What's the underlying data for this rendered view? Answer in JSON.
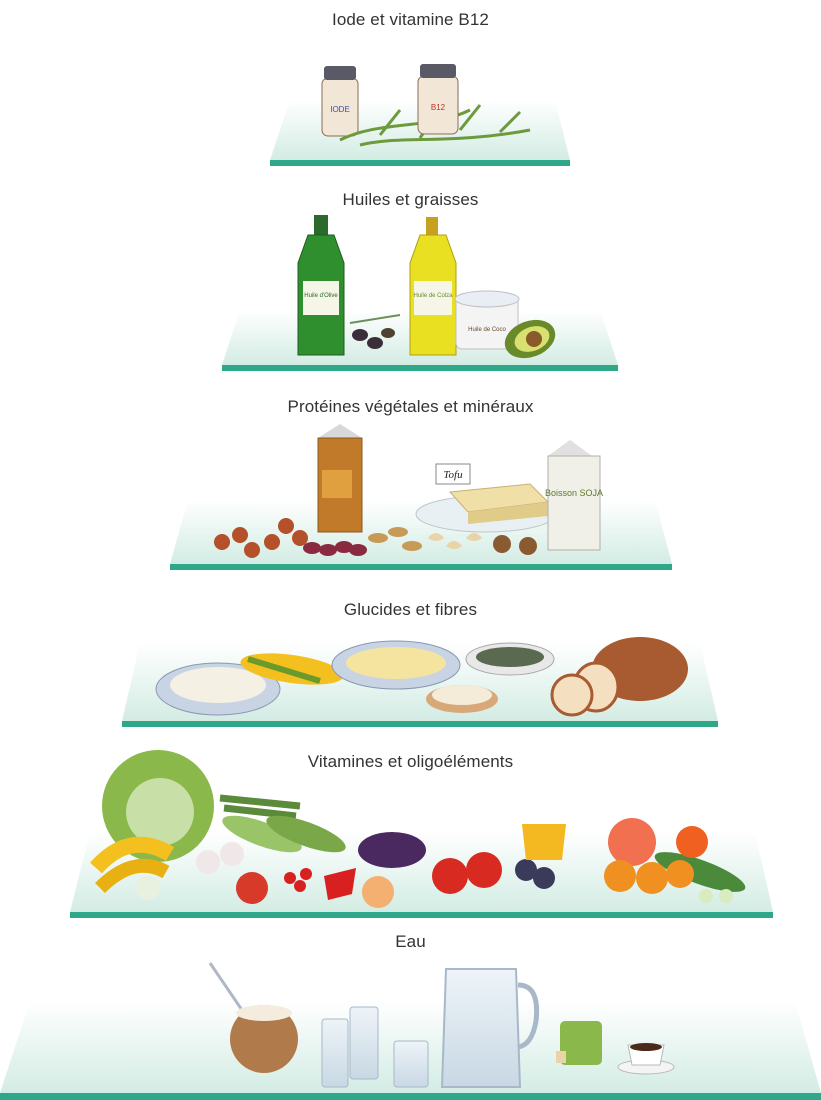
{
  "levels": [
    {
      "label": "Iode et vitamine B12",
      "jar_labels": [
        "IODE",
        "B12"
      ]
    },
    {
      "label": "Huiles et graisses",
      "bottle_labels": [
        "Huile d'Olive",
        "Huile de Colza"
      ],
      "jar_label": "Huile de Coco"
    },
    {
      "label": "Protéines végétales et minéraux",
      "tag": "Tofu",
      "carton_label": "Boisson SOJA"
    },
    {
      "label": "Glucides et fibres"
    },
    {
      "label": "Vitamines et oligoéléments"
    },
    {
      "label": "Eau"
    }
  ],
  "colors": {
    "shelf_top": "#e6f4ef",
    "shelf_edge": "#2fa88a",
    "label_text": "#333333"
  }
}
